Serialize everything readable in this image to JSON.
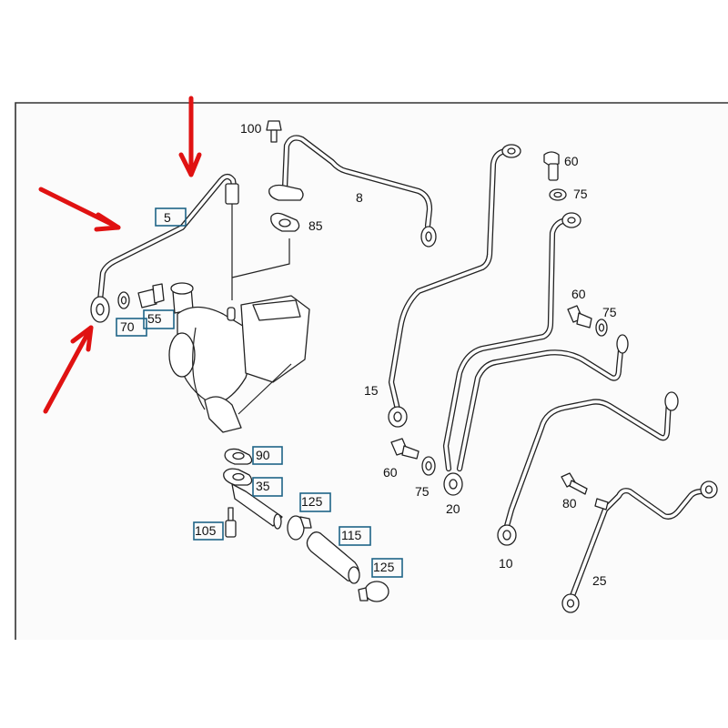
{
  "diagram": {
    "title": "Turbocharger oil supply and return lines exploded parts diagram",
    "highlight_color": "#1f6487",
    "arrow_color": "#e01212",
    "labels": {
      "l5": "5",
      "l8": "8",
      "l10": "10",
      "l15": "15",
      "l20": "20",
      "l25": "25",
      "l35": "35",
      "l55": "55",
      "l60a": "60",
      "l60b": "60",
      "l60c": "60",
      "l70": "70",
      "l75a": "75",
      "l75b": "75",
      "l75c": "75",
      "l80": "80",
      "l85": "85",
      "l90": "90",
      "l100": "100",
      "l105": "105",
      "l115": "115",
      "l125a": "125",
      "l125b": "125"
    },
    "highlighted_parts": [
      "5",
      "35",
      "55",
      "70",
      "90",
      "105",
      "115",
      "125"
    ],
    "annotation_arrows": [
      "arrow-top",
      "arrow-left",
      "arrow-bottom-left"
    ]
  }
}
